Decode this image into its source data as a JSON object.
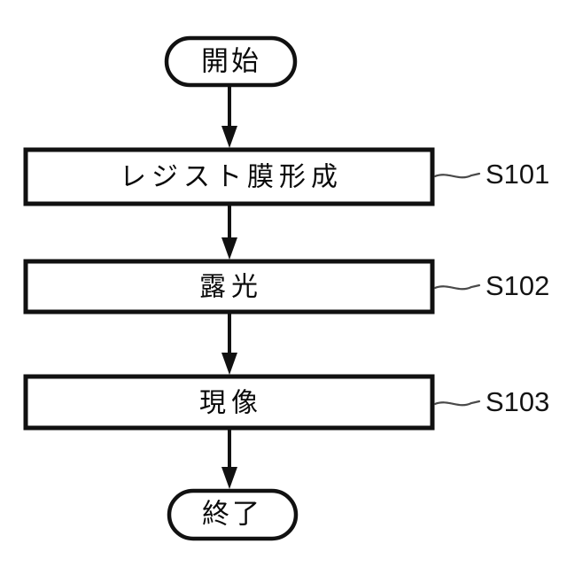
{
  "diagram": {
    "type": "flowchart",
    "title": "",
    "orientation": "vertical",
    "background_color": "#ffffff",
    "line_color": "#111111",
    "text_color": "#0a0a0a",
    "nodes": [
      {
        "id": "start",
        "shape": "terminator",
        "label": "開始",
        "step_label": ""
      },
      {
        "id": "s101",
        "shape": "process",
        "label": "レジスト膜形成",
        "step_label": "S101"
      },
      {
        "id": "s102",
        "shape": "process",
        "label": "露光",
        "step_label": "S102"
      },
      {
        "id": "s103",
        "shape": "process",
        "label": "現像",
        "step_label": "S103"
      },
      {
        "id": "end",
        "shape": "terminator",
        "label": "終了",
        "step_label": ""
      }
    ],
    "edges": [
      {
        "from": "start",
        "to": "s101",
        "arrow": "down"
      },
      {
        "from": "s101",
        "to": "s102",
        "arrow": "down"
      },
      {
        "from": "s102",
        "to": "s103",
        "arrow": "down"
      },
      {
        "from": "s103",
        "to": "end",
        "arrow": "down"
      }
    ]
  }
}
